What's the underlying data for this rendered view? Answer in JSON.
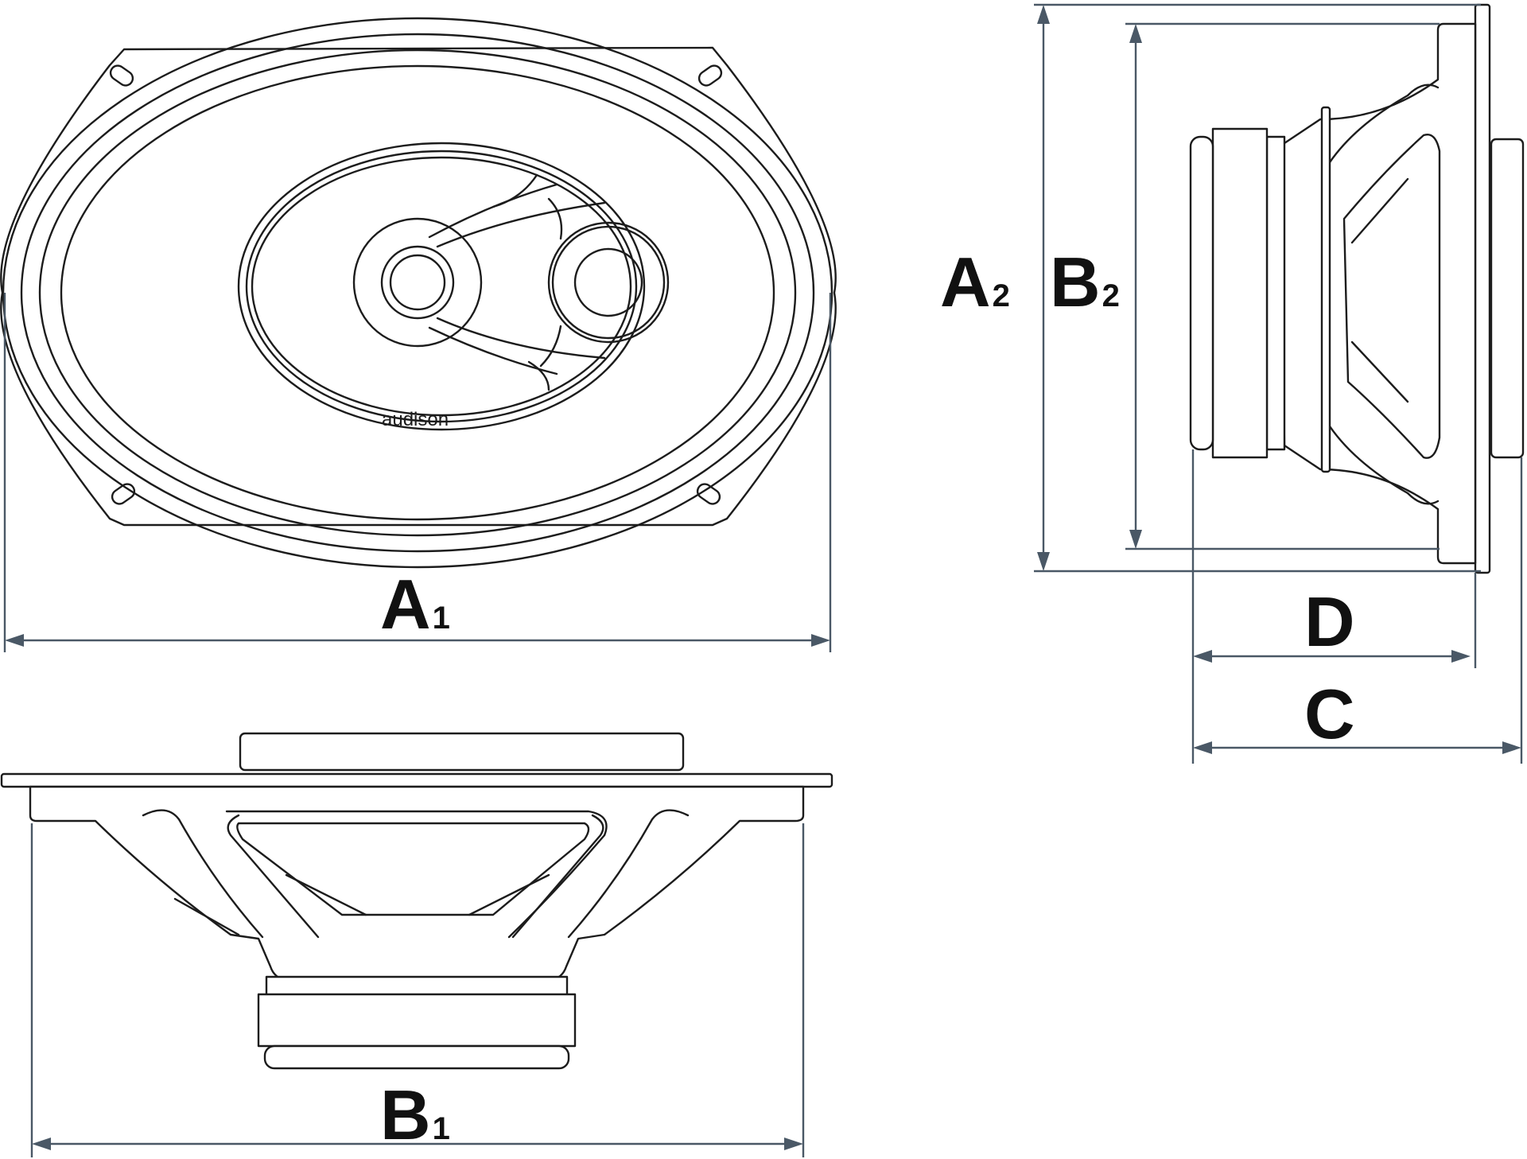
{
  "brand": "audison",
  "dimensions": {
    "a1": {
      "letter": "A",
      "index": "1"
    },
    "b1": {
      "letter": "B",
      "index": "1"
    },
    "a2": {
      "letter": "A",
      "index": "2"
    },
    "b2": {
      "letter": "B",
      "index": "2"
    },
    "c": {
      "letter": "C"
    },
    "d": {
      "letter": "D"
    }
  },
  "colors": {
    "line": "#1c1c1c",
    "dimension": "#4a5866",
    "background": "#ffffff"
  }
}
